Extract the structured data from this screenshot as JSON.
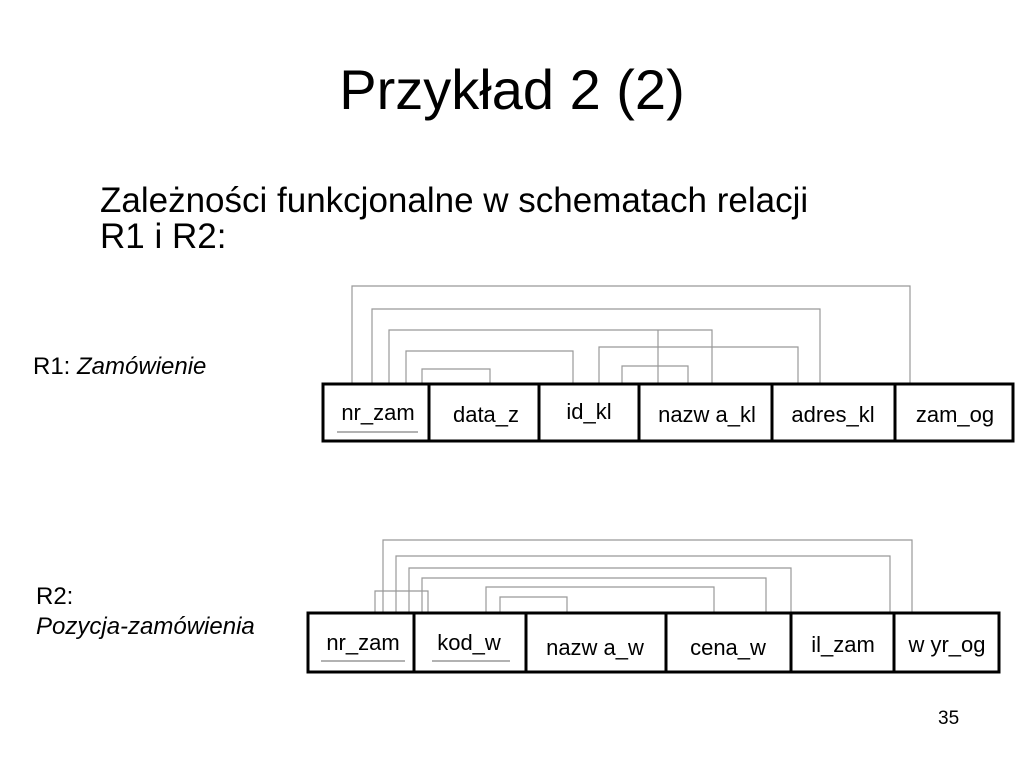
{
  "title": "Przykład 2 (2)",
  "subtitle_line1": "Zależności funkcjonalne w schematach relacji",
  "subtitle_line2": "R1 i R2:",
  "r1": {
    "label_prefix": "R1: ",
    "name": "Zamówienie",
    "attributes": [
      "nr_zam",
      "data_z",
      "id_kl",
      "nazw a_kl",
      "adres_kl",
      "zam_og"
    ],
    "key_attributes": [
      "nr_zam"
    ]
  },
  "r2": {
    "label_prefix": "R2:",
    "name": "Pozycja-zamówienia",
    "attributes": [
      "nr_zam",
      "kod_w",
      "nazw a_w",
      "cena_w",
      "il_zam",
      "w yr_og"
    ],
    "key_attributes": [
      "nr_zam",
      "kod_w"
    ]
  },
  "page_number": "35",
  "colors": {
    "text": "#000000",
    "box_border": "#000000",
    "dependency_line": "#999999",
    "background": "#ffffff"
  }
}
